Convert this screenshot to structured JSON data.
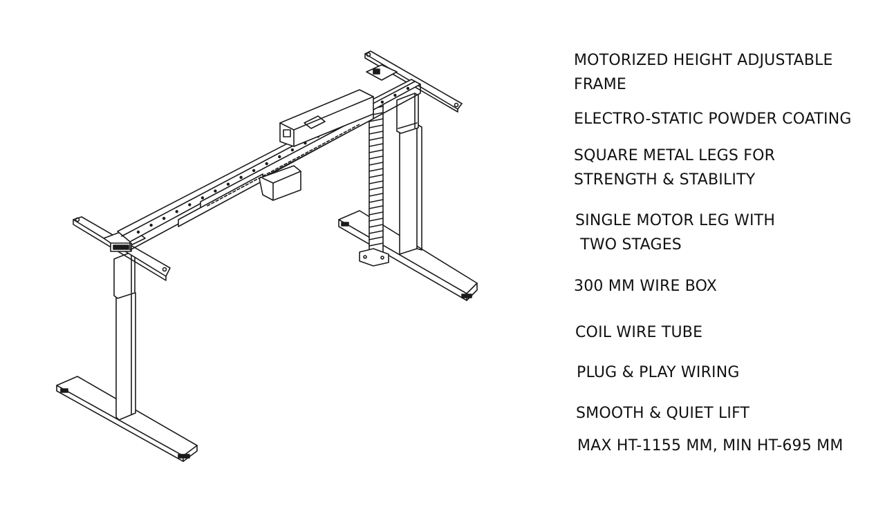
{
  "features": [
    "MOTORIZED HEIGHT ADJUSTABLE\nFRAME",
    "ELECTRO-STATIC POWDER COATING",
    "SQUARE METAL LEGS FOR\nSTRENGTH & STABILITY",
    "SINGLE MOTOR LEG WITH\n TWO STAGES",
    "300 MM WIRE BOX",
    "COIL WIRE TUBE",
    "PLUG & PLAY WIRING",
    "SMOOTH & QUIET LIFT",
    "MAX HT-1155 MM, MIN HT-695 MM"
  ],
  "colors": {
    "line": "#1a1a1a",
    "text": "#111111",
    "background": "#ffffff"
  }
}
